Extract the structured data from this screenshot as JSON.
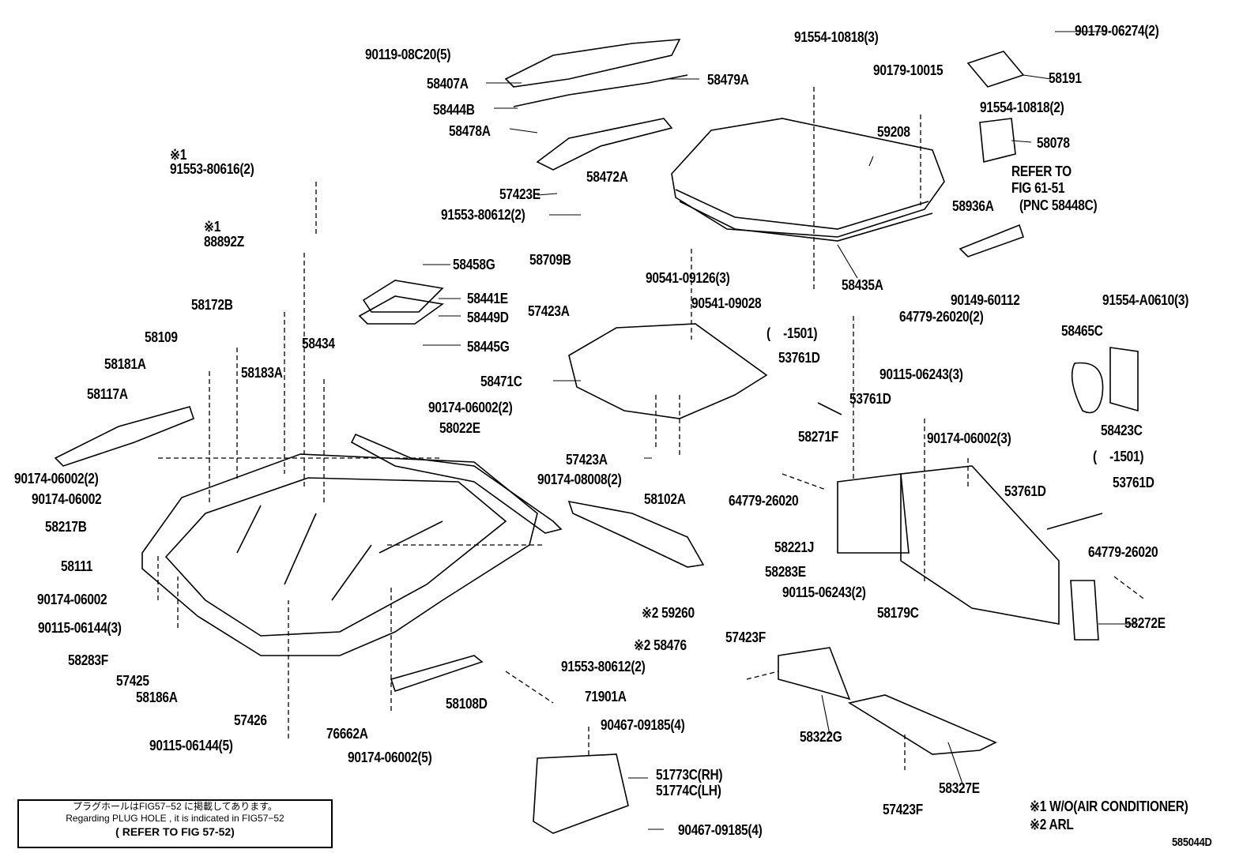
{
  "diagram": {
    "labels": [
      "90119-08C20(5)",
      "58407A",
      "58479A",
      "58444B",
      "58478A",
      "※1",
      "91553-80616(2)",
      "58472A",
      "57423E",
      "91553-80612(2)",
      "※1",
      "88892Z",
      "58709B",
      "58458G",
      "58441E",
      "58449D",
      "58172B",
      "58109",
      "58445G",
      "57423A",
      "58434",
      "58181A",
      "58183A",
      "58471C",
      "58117A",
      "90174-06002(2)",
      "58022E",
      "57423A",
      "90174-06002(2)",
      "90174-08008(2)",
      "90174-06002",
      "58102A",
      "58217B",
      "58111",
      "90174-06002",
      "90115-06144(3)",
      "58283F",
      "57425",
      "58186A",
      "57426",
      "90115-06144(5)",
      "76662A",
      "90174-06002(5)",
      "58108D",
      "※2 59260",
      "※2 58476",
      "91553-80612(2)",
      "71901A",
      "90467-09185(4)",
      "51773C(RH)",
      "51774C(LH)",
      "90467-09185(4)",
      "91554-10818(3)",
      "90179-06274(2)",
      "90179-10015",
      "58191",
      "91554-10818(2)",
      "59208",
      "58078",
      "REFER TO",
      "FIG 61-51",
      "(PNC 58448C)",
      "58936A",
      "90541-09126(3)",
      "58435A",
      "90541-09028",
      "90149-60112",
      "91554-A0610(3)",
      "64779-26020(2)",
      "(    -1501)",
      "58465C",
      "53761D",
      "90115-06243(3)",
      "53761D",
      "58423C",
      "58271F",
      "90174-06002(3)",
      "(    -1501)",
      "53761D",
      "64779-26020",
      "53761D",
      "58221J",
      "64779-26020",
      "58283E",
      "90115-06243(2)",
      "58179C",
      "58272E",
      "57423F",
      "58322G",
      "57423F",
      "58327E",
      "※1 W/O(AIR CONDITIONER)",
      "※2 ARL",
      "585044D"
    ],
    "note": {
      "line1": "プラグホールはFIG57−52 に掲載してあります。",
      "line2": "Regarding PLUG HOLE , it is indicated in FIG57−52",
      "line3": "( REFER TO FIG 57-52)"
    }
  }
}
